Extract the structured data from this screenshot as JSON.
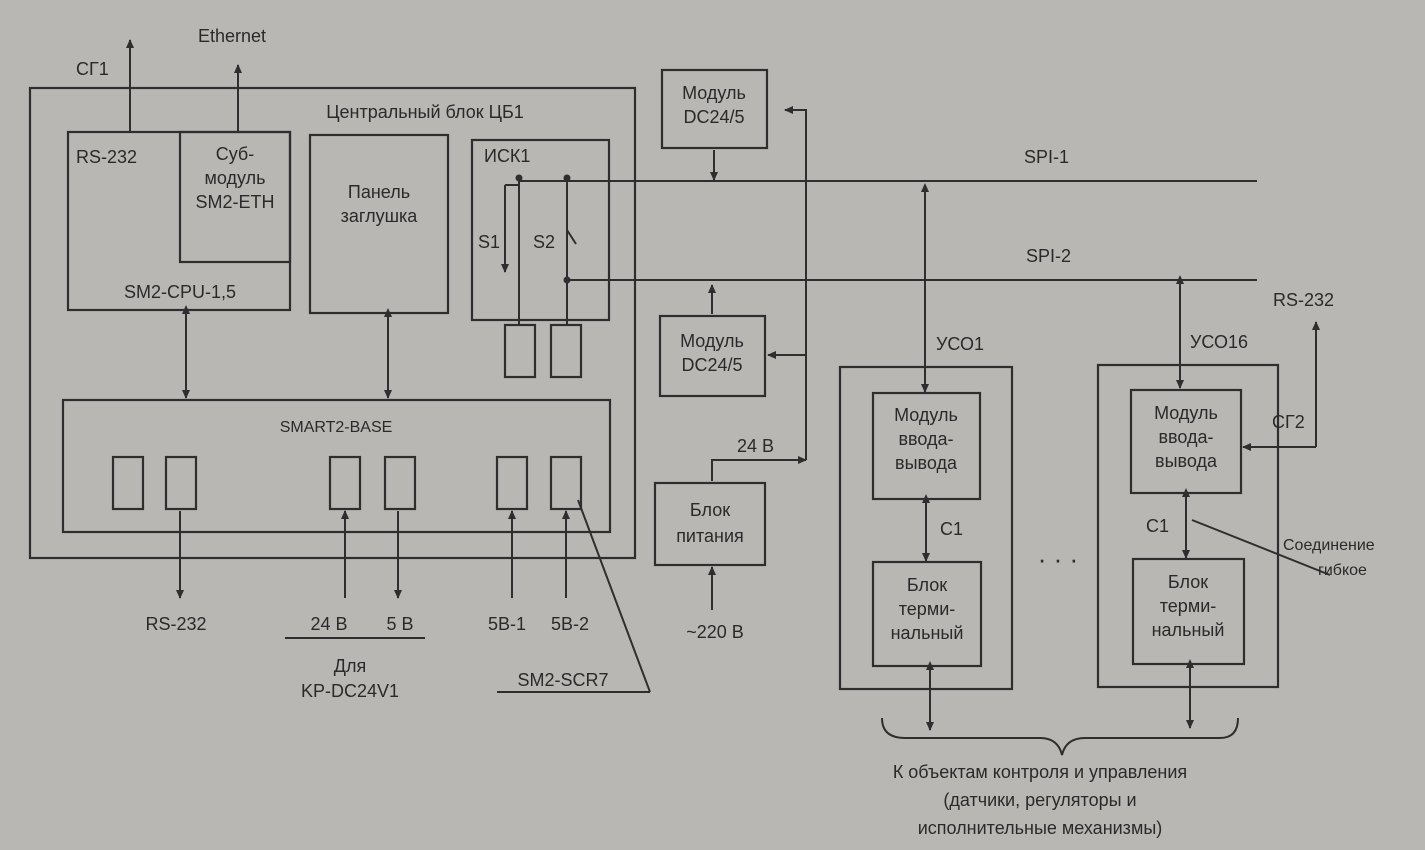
{
  "labels": {
    "sg1": "СГ1",
    "ethernet": "Ethernet",
    "central_block": "Центральный блок ЦБ1",
    "rs232_cpu": "RS-232",
    "submodule": [
      "Суб-",
      "модуль",
      "SM2-ETH"
    ],
    "cpu": "SM2-CPU-1,5",
    "panel": [
      "Панель",
      "заглушка"
    ],
    "isk1": "ИСК1",
    "s1": "S1",
    "s2": "S2",
    "base": "SMART2-BASE",
    "rs232_bottom": "RS-232",
    "v24": "24 В",
    "v5": "5 В",
    "for": "Для",
    "kp": "KP-DC24V1",
    "b5_1": "5В-1",
    "b5_2": "5В-2",
    "scr": "SM2-SCR7",
    "dc_top": [
      "Модуль",
      "DC24/5"
    ],
    "dc_mid": [
      "Модуль",
      "DC24/5"
    ],
    "v24_line": "24 В",
    "psu": [
      "Блок",
      "питания"
    ],
    "v220": "~220 В",
    "spi1": "SPI-1",
    "spi2": "SPI-2",
    "uso1": "УСО1",
    "uso16": "УСО16",
    "rs232_right": "RS-232",
    "io_module_1": [
      "Модуль",
      "ввода-",
      "вывода"
    ],
    "io_module_16": [
      "Модуль",
      "ввода-",
      "вывода"
    ],
    "sg2": "СГ2",
    "c1_left": "С1",
    "c1_right": "С1",
    "terminal_1": [
      "Блок",
      "терми-",
      "нальный"
    ],
    "terminal_16": [
      "Блок",
      "терми-",
      "нальный"
    ],
    "ellipsis": "· · ·",
    "flex": [
      "Соединение",
      "гибкое"
    ],
    "objects": [
      "К объектам контроля и управления",
      "(датчики, регуляторы и",
      "исполнительные механизмы)"
    ]
  },
  "colors": {
    "background": "#b9b7b4",
    "ink": "#2e2e2e"
  }
}
